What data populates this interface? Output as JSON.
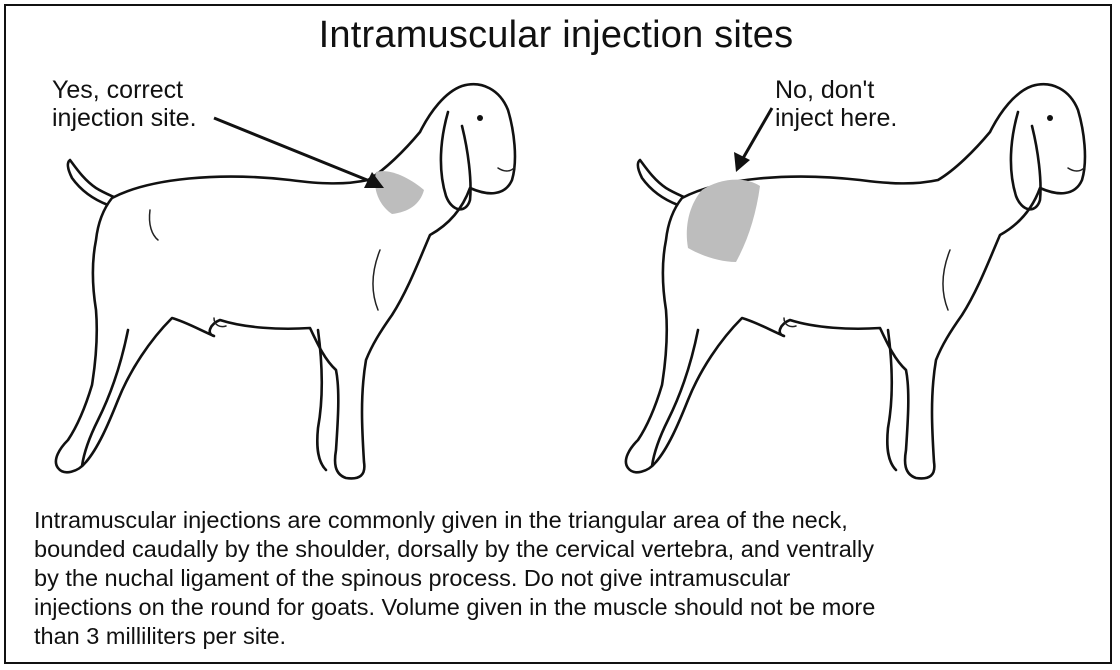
{
  "title": "Intramuscular injection sites",
  "left_panel": {
    "label_lines": [
      "Yes, correct",
      "injection site."
    ]
  },
  "right_panel": {
    "label_lines": [
      "No, don't",
      "inject here."
    ]
  },
  "caption_lines": [
    "Intramuscular injections are commonly given in the triangular area of the neck,",
    "bounded caudally by the shoulder, dorsally by the cervical vertebra, and ventrally",
    "by the nuchal ligament of the spinous process. Do not give intramuscular",
    "injections on the round for goats. Volume given in the muscle should not be more",
    "than 3 milliliters per site."
  ],
  "colors": {
    "outline": "#111111",
    "injection_area": "#bdbdbd",
    "background": "#ffffff"
  }
}
